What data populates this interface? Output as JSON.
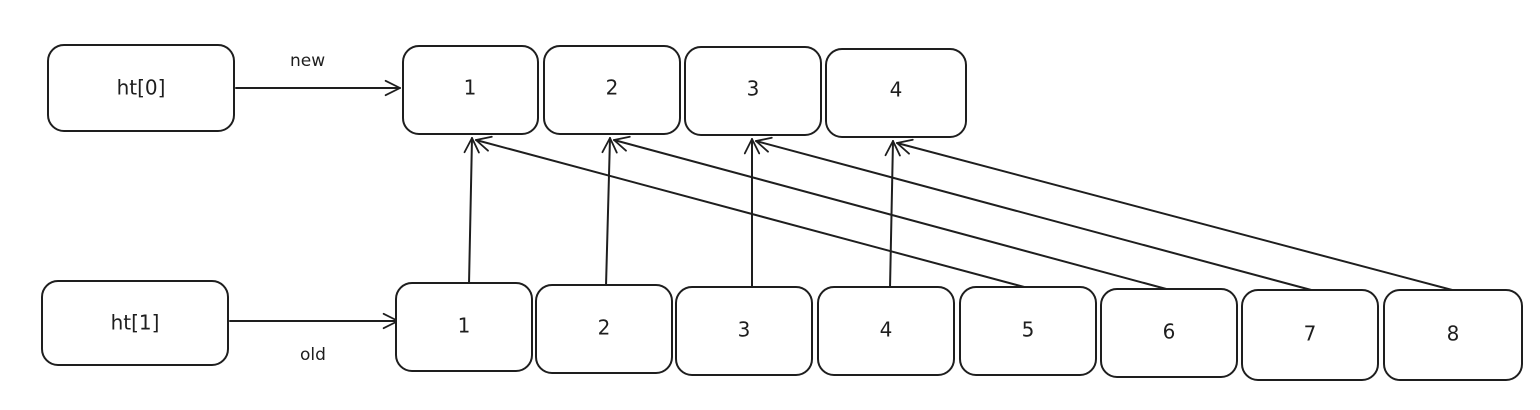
{
  "pointers": {
    "new_table": {
      "label": "ht[0]",
      "edge_label": "new"
    },
    "old_table": {
      "label": "ht[1]",
      "edge_label": "old"
    }
  },
  "new_buckets": [
    "1",
    "2",
    "3",
    "4"
  ],
  "old_buckets": [
    "1",
    "2",
    "3",
    "4",
    "5",
    "6",
    "7",
    "8"
  ],
  "mapping": [
    {
      "from": 0,
      "to": 0
    },
    {
      "from": 1,
      "to": 1
    },
    {
      "from": 2,
      "to": 2
    },
    {
      "from": 3,
      "to": 3
    },
    {
      "from": 4,
      "to": 0
    },
    {
      "from": 5,
      "to": 1
    },
    {
      "from": 6,
      "to": 2
    },
    {
      "from": 7,
      "to": 3
    }
  ],
  "colors": {
    "stroke": "#1e1e1e",
    "background": "#ffffff"
  }
}
